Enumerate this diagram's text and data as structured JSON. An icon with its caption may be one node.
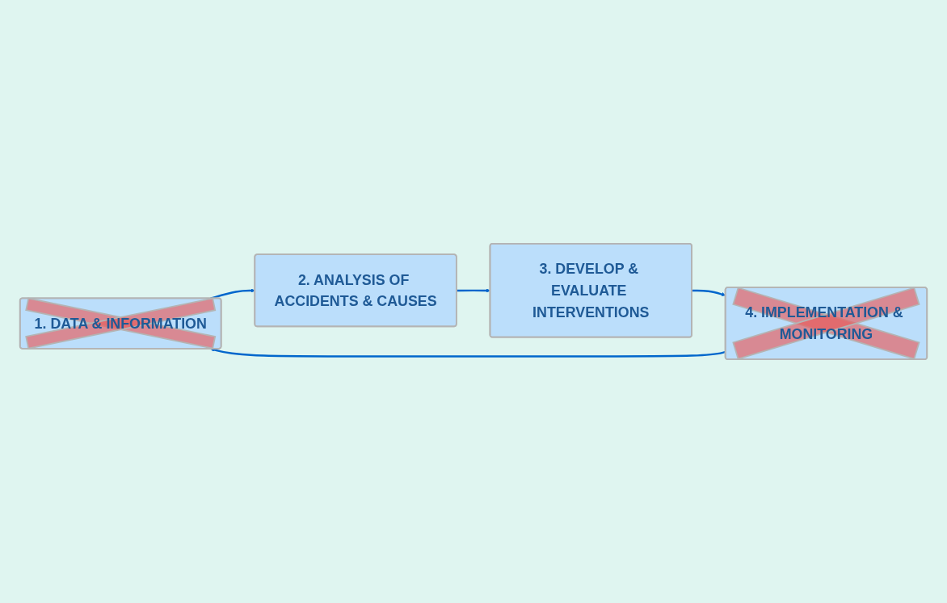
{
  "diagram": {
    "nodes": [
      {
        "text": [
          "1. DATA & INFORMATION"
        ]
      },
      {
        "text": [
          "2. ANALYSIS OF ACCIDENTS & CAUSES"
        ]
      },
      {
        "text": [
          "3. DEVELOP & EVALUATE INTERVENTIONS"
        ]
      },
      {
        "text": [
          "4. IMPLEMENTATION & MONITORING"
        ]
      }
    ],
    "edges": [
      {
        "from": 0,
        "to": 1,
        "arrow": "to"
      },
      {
        "from": 1,
        "to": 2,
        "arrow": "to"
      },
      {
        "from": 2,
        "to": 3,
        "arrow": "to"
      },
      {
        "from": 3,
        "to": 0,
        "arrow": "to"
      }
    ]
  }
}
